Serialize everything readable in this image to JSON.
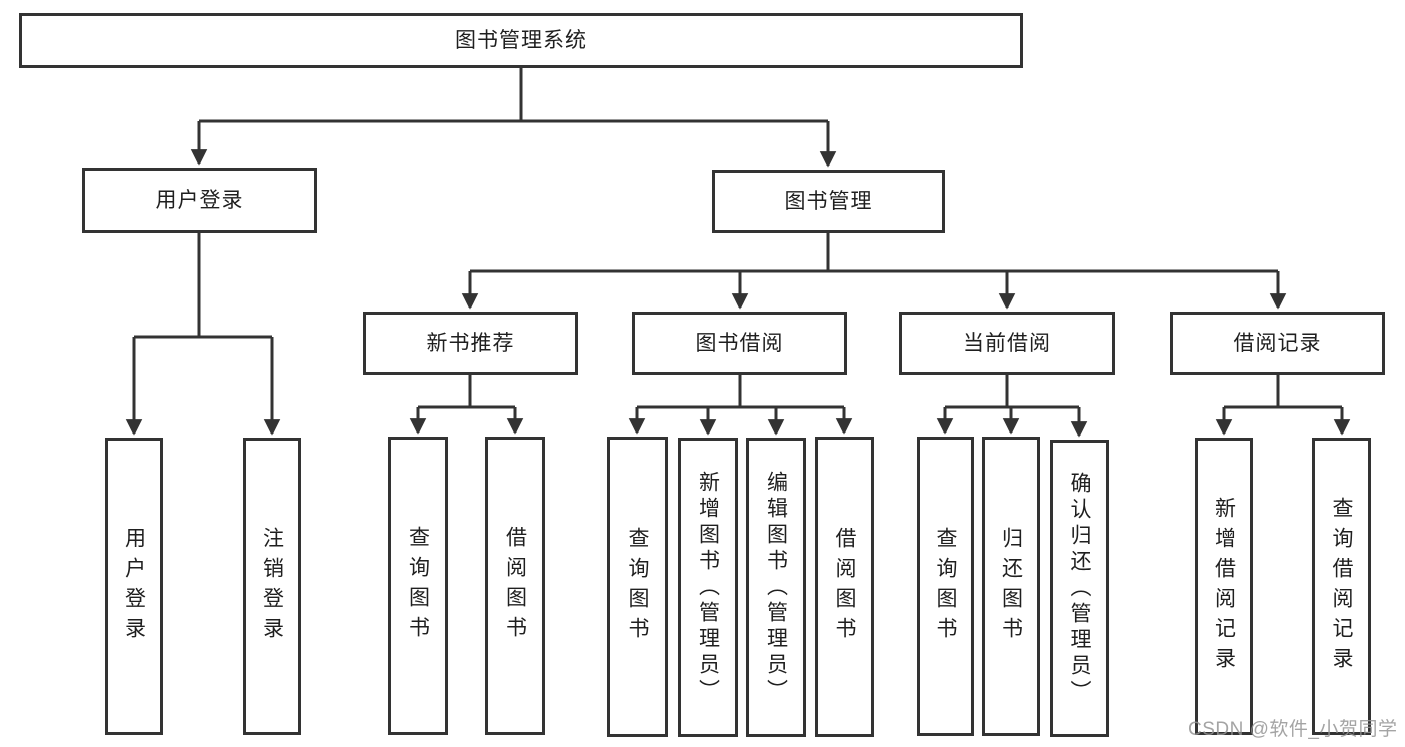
{
  "tree": {
    "root": "图书管理系统",
    "branches": [
      {
        "label": "用户登录",
        "children": [
          "用户登录",
          "注销登录"
        ]
      },
      {
        "label": "图书管理",
        "children": [
          {
            "label": "新书推荐",
            "children": [
              "查询图书",
              "借阅图书"
            ]
          },
          {
            "label": "图书借阅",
            "children": [
              "查询图书",
              "新增图书（管理员）",
              "编辑图书（管理员）",
              "借阅图书"
            ]
          },
          {
            "label": "当前借阅",
            "children": [
              "查询图书",
              "归还图书",
              "确认归还（管理员）"
            ]
          },
          {
            "label": "借阅记录",
            "children": [
              "新增借阅记录",
              "查询借阅记录"
            ]
          }
        ]
      }
    ]
  },
  "watermark": {
    "text": "CSDN @软件_小贺同学"
  },
  "colors": {
    "line": "#333333",
    "box_border": "#333333",
    "text": "#1f1f1f",
    "background": "#ffffff",
    "watermark_gray": "#949494"
  }
}
